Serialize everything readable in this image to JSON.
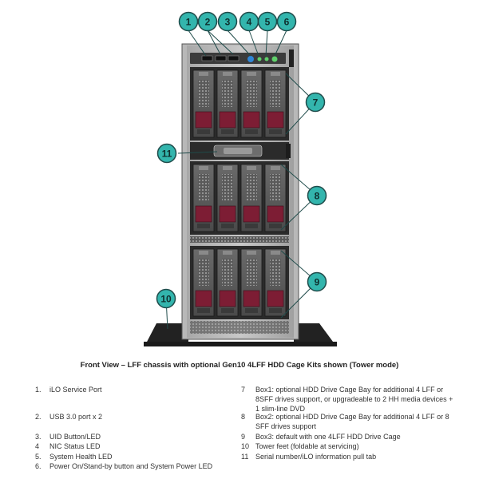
{
  "callouts": [
    "1",
    "2",
    "3",
    "4",
    "5",
    "6",
    "7",
    "8",
    "9",
    "10",
    "11"
  ],
  "colors": {
    "callout_fill": "#33b5ad",
    "callout_stroke": "#1f4b4a",
    "chassis_dark": "#2a2a2a",
    "drive_face": "#5b5b5b",
    "drive_accent": "#7d1d34",
    "led_blue": "#2f86d6",
    "led_green": "#5fd16b"
  },
  "caption": "Front View – LFF chassis with optional Gen10 4LFF HDD Cage Kits shown (Tower mode)",
  "legend_left": [
    {
      "num": "1.",
      "text": "iLO Service Port"
    },
    {
      "num": "2.",
      "text": "USB 3.0 port x 2"
    },
    {
      "num": "3.",
      "text": "UID Button/LED"
    },
    {
      "num": "4",
      "text": "NIC Status LED"
    },
    {
      "num": "5.",
      "text": "System Health LED"
    },
    {
      "num": "6.",
      "text": "Power On/Stand-by button and System Power LED"
    }
  ],
  "legend_right": [
    {
      "num": "7",
      "text": "Box1: optional HDD Drive Cage Bay for additional 4 LFF or 8SFF drives support, or upgradeable to 2 HH media devices + 1 slim-line DVD"
    },
    {
      "num": "8",
      "text": "Box2: optional HDD Drive Cage Bay for additional 4 LFF or 8 SFF drives support"
    },
    {
      "num": "9",
      "text": "Box3: default with one 4LFF HDD Drive Cage"
    },
    {
      "num": "10",
      "text": "Tower feet (foldable at servicing)"
    },
    {
      "num": "11",
      "text": "Serial number/iLO information pull tab"
    }
  ]
}
